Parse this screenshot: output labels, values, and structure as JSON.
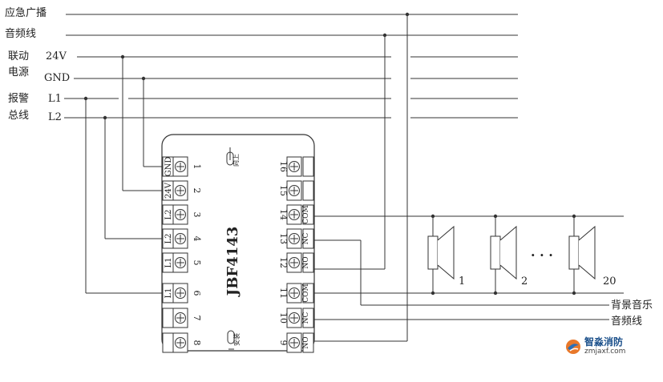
{
  "labels": {
    "emergency_broadcast": "应急广播",
    "audio_line": "音频线",
    "linkage": "联动",
    "power": "电源",
    "v24": "24V",
    "gnd": "GND",
    "alarm": "报警",
    "bus": "总线",
    "l1": "L1",
    "l2": "L2",
    "background_music": "背景音乐",
    "audio_line_right": "音频线"
  },
  "module": {
    "model": "JBF4143",
    "up_mark": "向上",
    "install_mark": "安装",
    "left_terminals": [
      {
        "num": "1",
        "label": "GND"
      },
      {
        "num": "2",
        "label": "24V"
      },
      {
        "num": "3",
        "label": "L2"
      },
      {
        "num": "4",
        "label": "L2"
      },
      {
        "num": "5",
        "label": "L1"
      },
      {
        "num": "6",
        "label": "L1"
      },
      {
        "num": "7",
        "label": ""
      },
      {
        "num": "8",
        "label": ""
      }
    ],
    "right_terminals": [
      {
        "num": "16",
        "label": ""
      },
      {
        "num": "15",
        "label": ""
      },
      {
        "num": "14",
        "label": "COM"
      },
      {
        "num": "13",
        "label": "NC"
      },
      {
        "num": "12",
        "label": "NO"
      },
      {
        "num": "11",
        "label": "COM"
      },
      {
        "num": "10",
        "label": "NC"
      },
      {
        "num": "9",
        "label": "NO"
      }
    ]
  },
  "speakers": {
    "labels": [
      "1",
      "2",
      "20"
    ],
    "ellipsis": "· · ·"
  },
  "watermark": {
    "title": "智淼消防",
    "url": "zmjaxf.com"
  }
}
